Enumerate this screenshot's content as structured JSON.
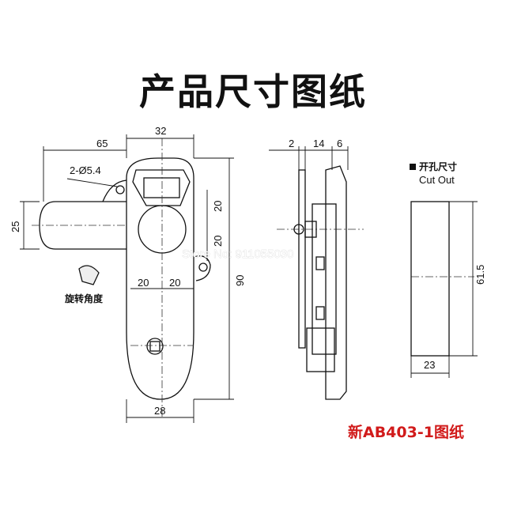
{
  "title": "产品尺寸图纸",
  "front_view": {
    "dim_width_top": "32",
    "dim_handle_length": "65",
    "dim_hole": "2-Ø5.4",
    "dim_handle_height": "25",
    "dim_upper_20": "20",
    "dim_lower_20": "20",
    "dim_left_20": "20",
    "dim_right_20": "20",
    "dim_total_height": "90",
    "dim_bottom_width": "28",
    "rotation_label": "旋转角度"
  },
  "side_view": {
    "dim_a": "2",
    "dim_b": "14",
    "dim_c": "6"
  },
  "cutout": {
    "label_cn": "开孔尺寸",
    "label_en": "Cut Out",
    "dim_height": "61.5",
    "dim_width": "23"
  },
  "watermark": "Store No: 911055030",
  "model_caption": "新AB403-1图纸",
  "colors": {
    "line": "#111111",
    "caption": "#d11a1a"
  }
}
